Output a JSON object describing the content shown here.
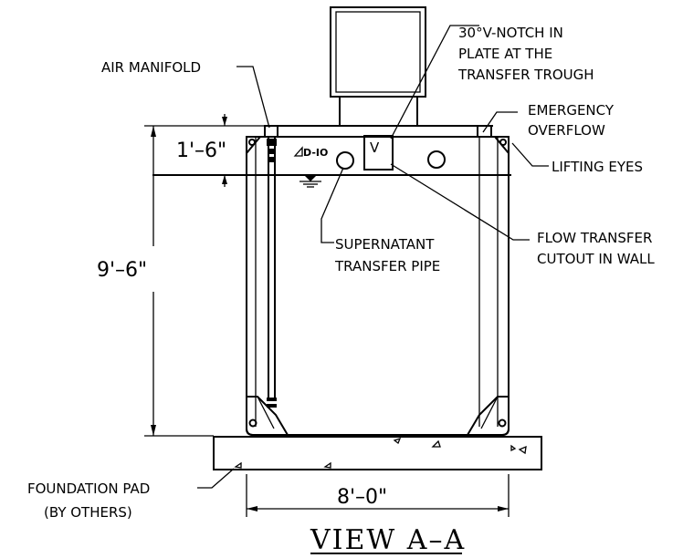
{
  "labels": {
    "air_manifold": "AIR MANIFOLD",
    "vnotch_line1": "30°V-NOTCH IN",
    "vnotch_line2": "PLATE AT THE",
    "vnotch_line3": "TRANSFER TROUGH",
    "emergency_line1": "EMERGENCY",
    "emergency_line2": "OVERFLOW",
    "lifting_eyes": "LIFTING EYES",
    "supernatant_line1": "SUPERNATANT",
    "supernatant_line2": "TRANSFER PIPE",
    "flow_line1": "FLOW TRANSFER",
    "flow_line2": "CUTOUT IN WALL",
    "foundation_line1": "FOUNDATION PAD",
    "foundation_line2": "(BY OTHERS)"
  },
  "dimensions": {
    "freeboard": "1'–6\"",
    "height": "9'–6\"",
    "width": "8'–0\""
  },
  "plate_mark": "V",
  "logo_text": "D-IO",
  "title": "VIEW A–A"
}
